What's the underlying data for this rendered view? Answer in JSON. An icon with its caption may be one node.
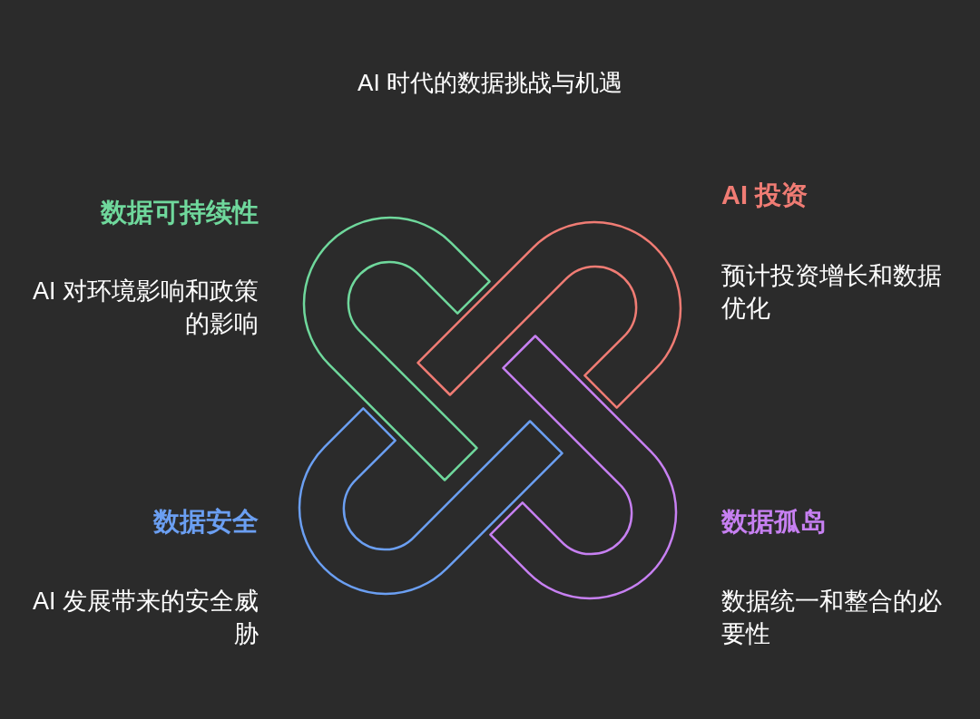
{
  "diagram": {
    "title": "AI 时代的数据挑战与机遇",
    "labels": [
      "数据可持续性",
      "AI 对环境影响和政策的影响",
      "AI 投资",
      "预计投资增长和数据优化",
      "数据安全",
      "AI 发展带来的安全威胁",
      "数据孤岛",
      "数据统一和整合的必要性"
    ]
  }
}
